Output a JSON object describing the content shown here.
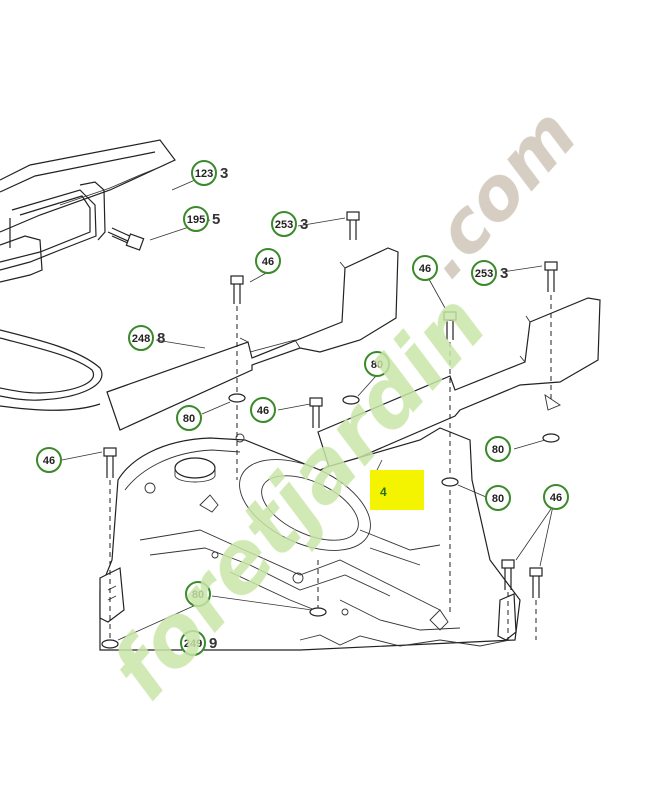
{
  "callouts": [
    {
      "id": "c123",
      "label": "123",
      "suffix": "3"
    },
    {
      "id": "c195",
      "label": "195",
      "suffix": "5"
    },
    {
      "id": "c253a",
      "label": "253",
      "suffix": "3"
    },
    {
      "id": "c46a",
      "label": "46",
      "suffix": ""
    },
    {
      "id": "c46b",
      "label": "46",
      "suffix": ""
    },
    {
      "id": "c253b",
      "label": "253",
      "suffix": "3"
    },
    {
      "id": "c248",
      "label": "248",
      "suffix": "8"
    },
    {
      "id": "c80a",
      "label": "80",
      "suffix": ""
    },
    {
      "id": "c80b",
      "label": "80",
      "suffix": ""
    },
    {
      "id": "c46c",
      "label": "46",
      "suffix": ""
    },
    {
      "id": "c80c",
      "label": "80",
      "suffix": ""
    },
    {
      "id": "c46d",
      "label": "46",
      "suffix": ""
    },
    {
      "id": "c80d",
      "label": "80",
      "suffix": ""
    },
    {
      "id": "c46e",
      "label": "46",
      "suffix": ""
    },
    {
      "id": "c80e",
      "label": "80",
      "suffix": ""
    },
    {
      "id": "c249",
      "label": "249",
      "suffix": "9"
    }
  ],
  "highlight": {
    "label": "4"
  },
  "watermark": {
    "brand": "foretjardin",
    "domain": ".com",
    "brand_color": "#c9e6a8",
    "domain_color": "#cfc6b8"
  },
  "colors": {
    "callout_ring": "#3a8a2a",
    "highlight": "#f4f400"
  }
}
